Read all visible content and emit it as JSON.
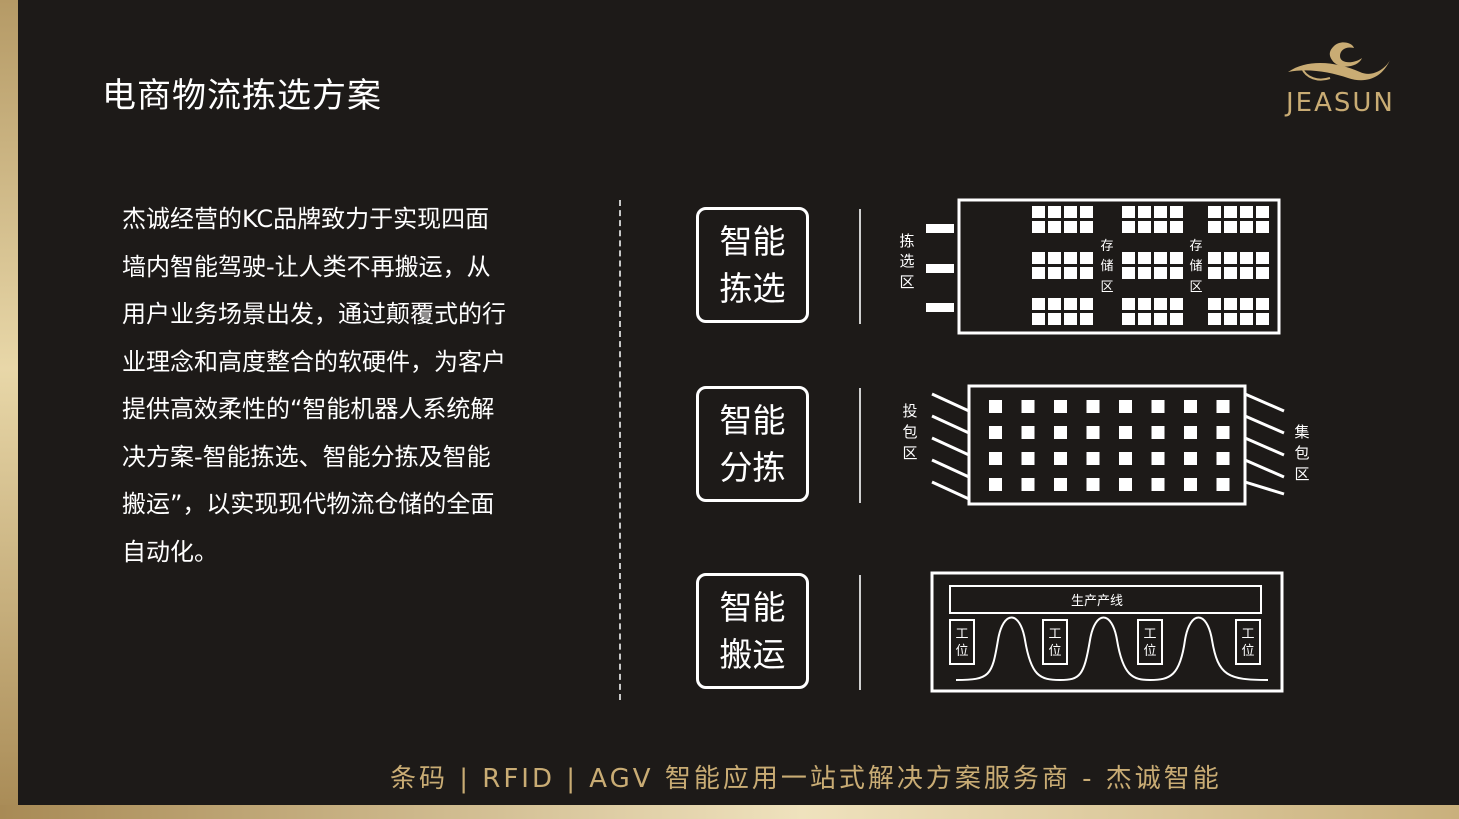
{
  "title": "电商物流拣选方案",
  "logo": {
    "text": "JEASUN"
  },
  "description": [
    "杰诚经营的KC品牌致力于实现四面",
    "墙内智能驾驶-让人类不再搬运，从",
    "用户业务场景出发，通过颠覆式的行",
    "业理念和高度整合的软硬件，为客户",
    "提供高效柔性的“智能机器人系统解",
    "决方案-智能拣选、智能分拣及智能",
    "搬运”，以实现现代物流仓储的全面",
    "自动化。"
  ],
  "features": [
    {
      "line1": "智能",
      "line2": "拣选"
    },
    {
      "line1": "智能",
      "line2": "分拣"
    },
    {
      "line1": "智能",
      "line2": "搬运"
    }
  ],
  "diagram1": {
    "left_label": "拣选区",
    "zone_label": "存储区"
  },
  "diagram2": {
    "left_label": "投包区",
    "right_label": "集包区"
  },
  "diagram3": {
    "line_label": "生产产线",
    "station_label": "工位"
  },
  "footer": "条码 | RFID | AGV 智能应用一站式解决方案服务商 - 杰诚智能",
  "colors": {
    "gold": "#c9ac74",
    "background": "#1d1a18",
    "foreground": "#ffffff"
  }
}
